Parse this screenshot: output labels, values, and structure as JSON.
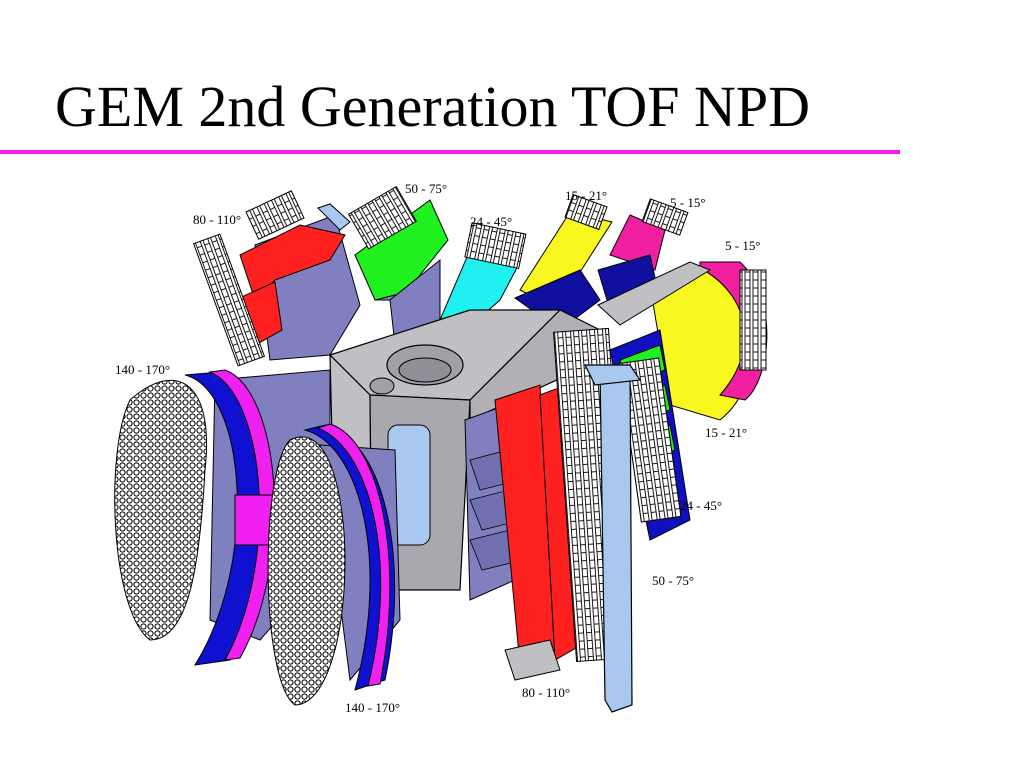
{
  "slide": {
    "title": "GEM 2nd Generation TOF NPD"
  },
  "diagram": {
    "labels": {
      "top_80_110": "80 - 110°",
      "top_50_75": "50 - 75°",
      "top_24_45": "24 - 45°",
      "top_15_21": "15 - 21°",
      "top_5_15": "5 - 15°",
      "right_5_15": "5 - 15°",
      "left_140_170": "140 - 170°",
      "right_15_21": "15 - 21°",
      "right_24_45": "24 - 45°",
      "right_50_75": "50 - 75°",
      "bottom_80_110": "80 - 110°",
      "bottom_140_170": "140 - 170°"
    },
    "colors": {
      "accent_rule": "#f020e8",
      "frame": "#c0c0c4",
      "panel": "#8080c0",
      "red": "#ff2020",
      "green": "#20f020",
      "cyan": "#20f0f0",
      "yellow": "#f8f820",
      "magenta": "#f020f0",
      "navy": "#1010a0",
      "strut": "#a8c8f0",
      "tube": "#ffffff"
    }
  }
}
